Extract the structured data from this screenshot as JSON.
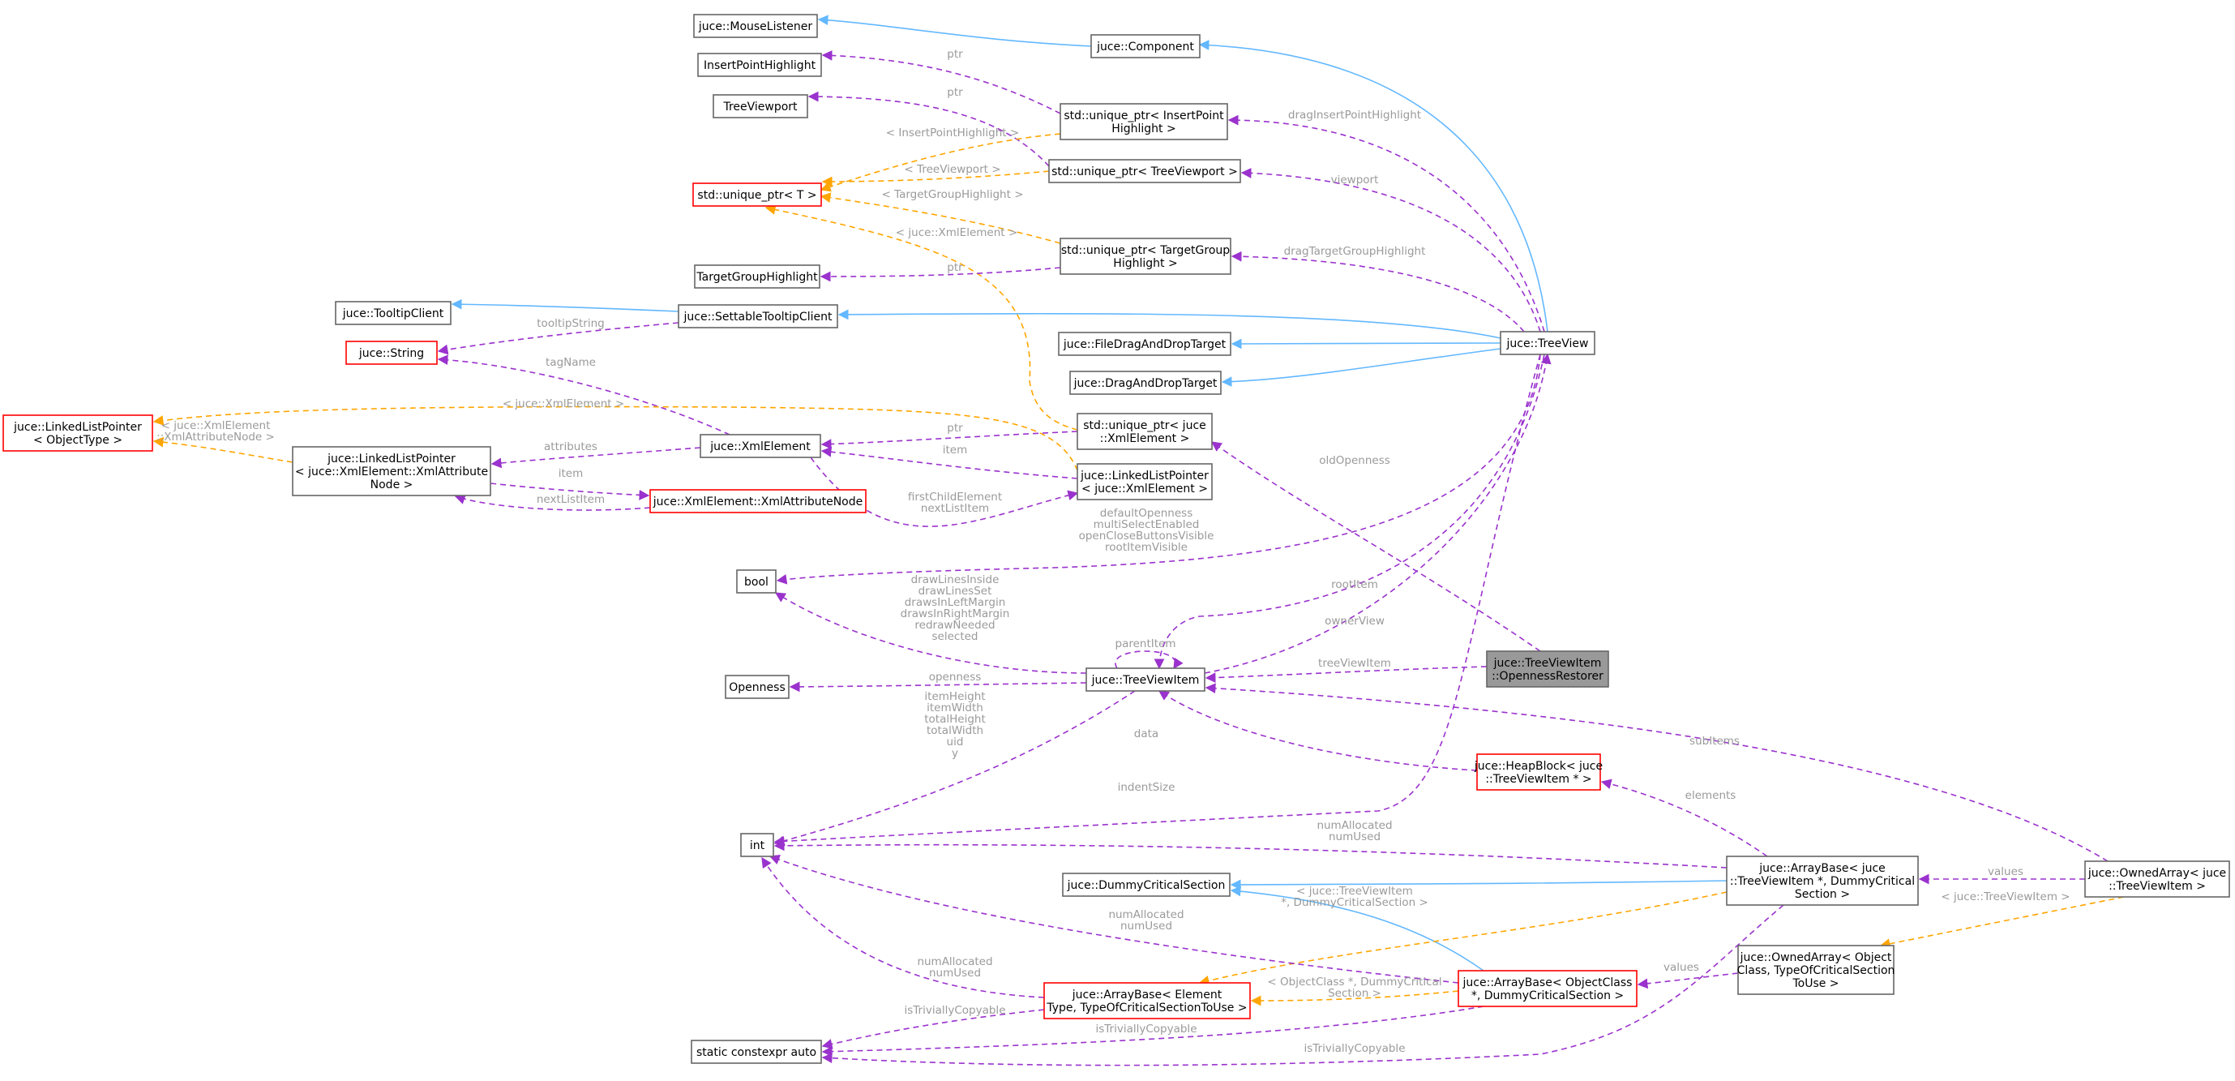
{
  "colors": {
    "usage_edge": "#9a32cd",
    "template_edge": "#ffa500",
    "inheritance_edge": "#63b8ff",
    "node_border": "#666666",
    "incomplete_node_border": "#ff0000",
    "focus_node_fill": "#999999",
    "edge_label": "#9a9a9a"
  },
  "nodes": [
    {
      "id": "mouselistener",
      "lines": [
        "juce::MouseListener"
      ],
      "style": "normal"
    },
    {
      "id": "insertpointhighlight",
      "lines": [
        "InsertPointHighlight"
      ],
      "style": "normal"
    },
    {
      "id": "treeviewport",
      "lines": [
        "TreeViewport"
      ],
      "style": "normal"
    },
    {
      "id": "uniqueptr_t",
      "lines": [
        "std::unique_ptr< T >"
      ],
      "style": "red"
    },
    {
      "id": "targetgrouphighlight",
      "lines": [
        "TargetGroupHighlight"
      ],
      "style": "normal"
    },
    {
      "id": "tooltipclient",
      "lines": [
        "juce::TooltipClient"
      ],
      "style": "normal"
    },
    {
      "id": "string",
      "lines": [
        "juce::String"
      ],
      "style": "red"
    },
    {
      "id": "linkedlistpointer_t",
      "lines": [
        "juce::LinkedListPointer",
        "< ObjectType >"
      ],
      "style": "red"
    },
    {
      "id": "linkedlistpointer_attr",
      "lines": [
        "juce::LinkedListPointer",
        "< juce::XmlElement::XmlAttribute",
        "Node >"
      ],
      "style": "normal"
    },
    {
      "id": "xmlelement",
      "lines": [
        "juce::XmlElement"
      ],
      "style": "normal"
    },
    {
      "id": "xmlattributenode",
      "lines": [
        "juce::XmlElement::XmlAttributeNode"
      ],
      "style": "red"
    },
    {
      "id": "bool",
      "lines": [
        "bool"
      ],
      "style": "normal"
    },
    {
      "id": "openness",
      "lines": [
        "Openness"
      ],
      "style": "normal"
    },
    {
      "id": "int",
      "lines": [
        "int"
      ],
      "style": "normal"
    },
    {
      "id": "staticconstexpr",
      "lines": [
        "static constexpr auto"
      ],
      "style": "normal"
    },
    {
      "id": "component",
      "lines": [
        "juce::Component"
      ],
      "style": "normal"
    },
    {
      "id": "uniqueptr_iph",
      "lines": [
        "std::unique_ptr< InsertPoint",
        "Highlight >"
      ],
      "style": "normal"
    },
    {
      "id": "uniqueptr_tvp",
      "lines": [
        "std::unique_ptr< TreeViewport >"
      ],
      "style": "normal"
    },
    {
      "id": "uniqueptr_tgh",
      "lines": [
        "std::unique_ptr< TargetGroup",
        "Highlight >"
      ],
      "style": "normal"
    },
    {
      "id": "settabletooltipclient",
      "lines": [
        "juce::SettableTooltipClient"
      ],
      "style": "normal"
    },
    {
      "id": "filedraganddroptarget",
      "lines": [
        "juce::FileDragAndDropTarget"
      ],
      "style": "normal"
    },
    {
      "id": "draganddroptarget",
      "lines": [
        "juce::DragAndDropTarget"
      ],
      "style": "normal"
    },
    {
      "id": "uniqueptr_xml",
      "lines": [
        "std::unique_ptr< juce",
        "::XmlElement >"
      ],
      "style": "normal"
    },
    {
      "id": "linkedlistpointer_xml",
      "lines": [
        "juce::LinkedListPointer",
        "< juce::XmlElement >"
      ],
      "style": "normal"
    },
    {
      "id": "treeviewitem",
      "lines": [
        "juce::TreeViewItem"
      ],
      "style": "normal"
    },
    {
      "id": "dummycriticalsection",
      "lines": [
        "juce::DummyCriticalSection"
      ],
      "style": "normal"
    },
    {
      "id": "arraybase_generic",
      "lines": [
        "juce::ArrayBase< Element",
        "Type, TypeOfCriticalSectionToUse >"
      ],
      "style": "red"
    },
    {
      "id": "treeview",
      "lines": [
        "juce::TreeView"
      ],
      "style": "normal"
    },
    {
      "id": "opennessrestorer",
      "lines": [
        "juce::TreeViewItem",
        "::OpennessRestorer"
      ],
      "style": "focus"
    },
    {
      "id": "heapblock",
      "lines": [
        "juce::HeapBlock< juce",
        "::TreeViewItem * >"
      ],
      "style": "red"
    },
    {
      "id": "arraybase_objclass",
      "lines": [
        "juce::ArrayBase< ObjectClass",
        "*, DummyCriticalSection >"
      ],
      "style": "red"
    },
    {
      "id": "arraybase_tvi",
      "lines": [
        "juce::ArrayBase< juce",
        "::TreeViewItem *, DummyCritical",
        "Section >"
      ],
      "style": "normal"
    },
    {
      "id": "ownedarray_generic",
      "lines": [
        "juce::OwnedArray< Object",
        "Class, TypeOfCriticalSection",
        "ToUse >"
      ],
      "style": "normal"
    },
    {
      "id": "ownedarray_tvi",
      "lines": [
        "juce::OwnedArray< juce",
        "::TreeViewItem >"
      ],
      "style": "normal"
    }
  ],
  "edges": [
    {
      "from": "component",
      "to": "mouselistener",
      "kind": "inherit",
      "label": []
    },
    {
      "from": "treeview",
      "to": "component",
      "kind": "inherit",
      "label": []
    },
    {
      "from": "uniqueptr_iph",
      "to": "insertpointhighlight",
      "kind": "usage",
      "label": [
        "ptr"
      ]
    },
    {
      "from": "uniqueptr_tvp",
      "to": "treeviewport",
      "kind": "usage",
      "label": [
        "ptr"
      ]
    },
    {
      "from": "uniqueptr_iph",
      "to": "uniqueptr_t",
      "kind": "template",
      "label": [
        "< InsertPointHighlight >"
      ]
    },
    {
      "from": "uniqueptr_tvp",
      "to": "uniqueptr_t",
      "kind": "template",
      "label": [
        "< TreeViewport >"
      ]
    },
    {
      "from": "uniqueptr_tgh",
      "to": "uniqueptr_t",
      "kind": "template",
      "label": [
        "< TargetGroupHighlight >"
      ]
    },
    {
      "from": "uniqueptr_xml",
      "to": "uniqueptr_t",
      "kind": "template",
      "label": [
        "< juce::XmlElement >"
      ]
    },
    {
      "from": "treeview",
      "to": "uniqueptr_iph",
      "kind": "usage",
      "label": [
        "dragInsertPointHighlight"
      ]
    },
    {
      "from": "treeview",
      "to": "uniqueptr_tvp",
      "kind": "usage",
      "label": [
        "viewport"
      ]
    },
    {
      "from": "treeview",
      "to": "uniqueptr_tgh",
      "kind": "usage",
      "label": [
        "dragTargetGroupHighlight"
      ]
    },
    {
      "from": "uniqueptr_tgh",
      "to": "targetgrouphighlight",
      "kind": "usage",
      "label": [
        "ptr"
      ]
    },
    {
      "from": "settabletooltipclient",
      "to": "tooltipclient",
      "kind": "inherit",
      "label": []
    },
    {
      "from": "treeview",
      "to": "settabletooltipclient",
      "kind": "inherit",
      "label": []
    },
    {
      "from": "treeview",
      "to": "filedraganddroptarget",
      "kind": "inherit",
      "label": []
    },
    {
      "from": "treeview",
      "to": "draganddroptarget",
      "kind": "inherit",
      "label": []
    },
    {
      "from": "settabletooltipclient",
      "to": "string",
      "kind": "usage",
      "label": [
        "tooltipString"
      ]
    },
    {
      "from": "xmlelement",
      "to": "string",
      "kind": "usage",
      "label": [
        "tagName"
      ]
    },
    {
      "from": "linkedlistpointer_xml",
      "to": "linkedlistpointer_t",
      "kind": "template",
      "label": [
        "< juce::XmlElement >"
      ]
    },
    {
      "from": "linkedlistpointer_attr",
      "to": "linkedlistpointer_t",
      "kind": "template",
      "label": [
        "< juce::XmlElement",
        "::XmlAttributeNode >"
      ]
    },
    {
      "from": "xmlelement",
      "to": "linkedlistpointer_attr",
      "kind": "usage",
      "label": [
        "attributes"
      ]
    },
    {
      "from": "linkedlistpointer_attr",
      "to": "xmlattributenode",
      "kind": "usage",
      "label": [
        "item"
      ]
    },
    {
      "from": "xmlattributenode",
      "to": "linkedlistpointer_attr",
      "kind": "usage",
      "label": [
        "nextListItem"
      ]
    },
    {
      "from": "uniqueptr_xml",
      "to": "xmlelement",
      "kind": "usage",
      "label": [
        "ptr"
      ]
    },
    {
      "from": "linkedlistpointer_xml",
      "to": "xmlelement",
      "kind": "usage",
      "label": [
        "item"
      ]
    },
    {
      "from": "xmlelement",
      "to": "linkedlistpointer_xml",
      "kind": "usage",
      "label": [
        "firstChildElement",
        "nextListItem"
      ]
    },
    {
      "from": "opennessrestorer",
      "to": "uniqueptr_xml",
      "kind": "usage",
      "label": [
        "oldOpenness"
      ]
    },
    {
      "from": "treeview",
      "to": "bool",
      "kind": "usage",
      "label": [
        "defaultOpenness",
        "multiSelectEnabled",
        "openCloseButtonsVisible",
        "rootItemVisible"
      ]
    },
    {
      "from": "treeviewitem",
      "to": "bool",
      "kind": "usage",
      "label": [
        "drawLinesInside",
        "drawLinesSet",
        "drawsInLeftMargin",
        "drawsInRightMargin",
        "redrawNeeded",
        "selected"
      ]
    },
    {
      "from": "treeview",
      "to": "treeviewitem",
      "kind": "usage",
      "label": [
        "rootItem"
      ]
    },
    {
      "from": "treeviewitem",
      "to": "treeview",
      "kind": "usage",
      "label": [
        "ownerView"
      ]
    },
    {
      "from": "treeviewitem",
      "to": "treeviewitem",
      "kind": "usage",
      "label": [
        "parentItem"
      ]
    },
    {
      "from": "opennessrestorer",
      "to": "treeviewitem",
      "kind": "usage",
      "label": [
        "treeViewItem"
      ]
    },
    {
      "from": "treeviewitem",
      "to": "openness",
      "kind": "usage",
      "label": [
        "openness"
      ]
    },
    {
      "from": "treeviewitem",
      "to": "int",
      "kind": "usage",
      "label": [
        "itemHeight",
        "itemWidth",
        "totalHeight",
        "totalWidth",
        "uid",
        "y"
      ]
    },
    {
      "from": "heapblock",
      "to": "treeviewitem",
      "kind": "usage",
      "label": [
        "data"
      ]
    },
    {
      "from": "ownedarray_tvi",
      "to": "treeviewitem",
      "kind": "usage",
      "label": [
        "subItems"
      ]
    },
    {
      "from": "treeview",
      "to": "int",
      "kind": "usage",
      "label": [
        "indentSize"
      ]
    },
    {
      "from": "arraybase_tvi",
      "to": "heapblock",
      "kind": "usage",
      "label": [
        "elements"
      ]
    },
    {
      "from": "arraybase_tvi",
      "to": "int",
      "kind": "usage",
      "label": [
        "numAllocated",
        "numUsed"
      ]
    },
    {
      "from": "arraybase_tvi",
      "to": "dummycriticalsection",
      "kind": "inherit",
      "label": []
    },
    {
      "from": "arraybase_objclass",
      "to": "dummycriticalsection",
      "kind": "inherit",
      "label": []
    },
    {
      "from": "arraybase_tvi",
      "to": "arraybase_generic",
      "kind": "template",
      "label": [
        "< juce::TreeViewItem",
        "*, DummyCriticalSection >"
      ]
    },
    {
      "from": "arraybase_objclass",
      "to": "arraybase_generic",
      "kind": "template",
      "label": [
        "< ObjectClass *, DummyCritical",
        "Section >"
      ]
    },
    {
      "from": "arraybase_objclass",
      "to": "int",
      "kind": "usage",
      "label": [
        "numAllocated",
        "numUsed"
      ]
    },
    {
      "from": "arraybase_generic",
      "to": "int",
      "kind": "usage",
      "label": [
        "numAllocated",
        "numUsed"
      ]
    },
    {
      "from": "arraybase_generic",
      "to": "staticconstexpr",
      "kind": "usage",
      "label": [
        "isTriviallyCopyable"
      ]
    },
    {
      "from": "arraybase_objclass",
      "to": "staticconstexpr",
      "kind": "usage",
      "label": [
        "isTriviallyCopyable"
      ]
    },
    {
      "from": "arraybase_tvi",
      "to": "staticconstexpr",
      "kind": "usage",
      "label": [
        "isTriviallyCopyable"
      ]
    },
    {
      "from": "ownedarray_tvi",
      "to": "arraybase_tvi",
      "kind": "usage",
      "label": [
        "values"
      ]
    },
    {
      "from": "ownedarray_generic",
      "to": "arraybase_objclass",
      "kind": "usage",
      "label": [
        "values"
      ]
    },
    {
      "from": "ownedarray_tvi",
      "to": "ownedarray_generic",
      "kind": "template",
      "label": [
        "< juce::TreeViewItem >"
      ]
    }
  ]
}
